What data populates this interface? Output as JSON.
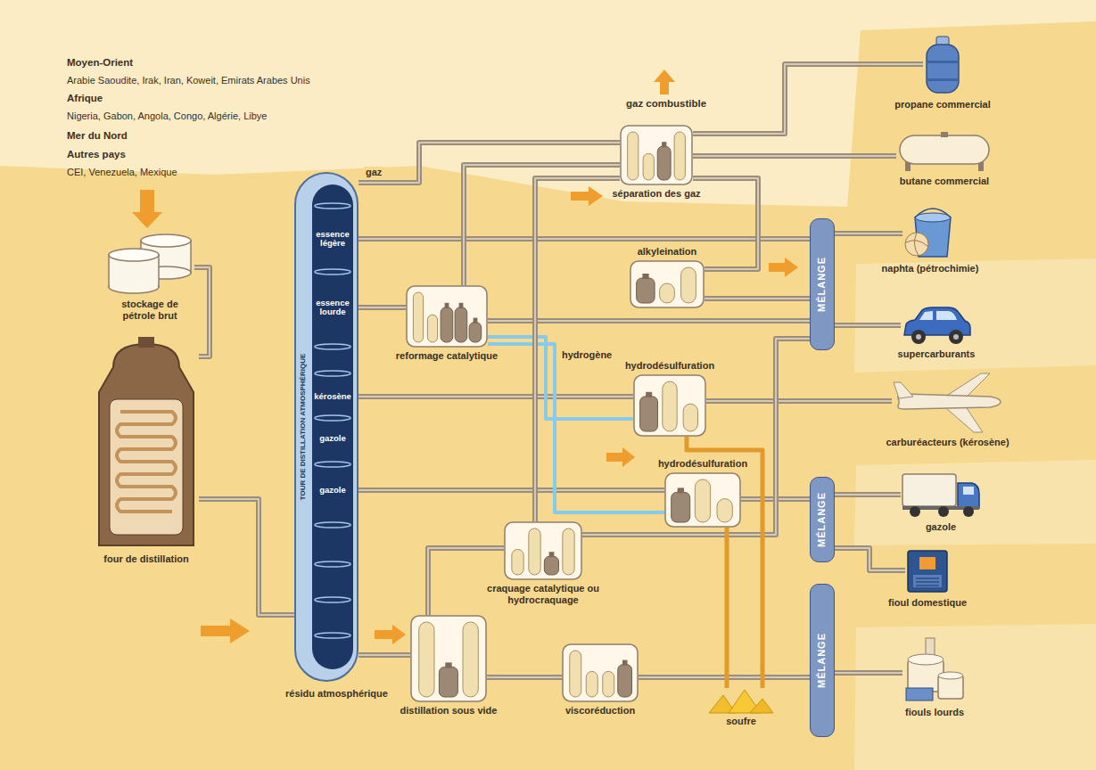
{
  "diagram": {
    "nodes": [
      {
        "text": [
          "stockage de pétrole brut"
        ]
      },
      {
        "text": [
          "four de distillation"
        ]
      },
      {
        "text": [
          "TOUR DE DISTILLATION ATMOSPHÉRIQUE",
          "essence légère",
          "essence lourde",
          "kérosène",
          "gazole",
          "gazole"
        ]
      },
      {
        "text": [
          "séparation des gaz"
        ]
      },
      {
        "text": [
          "alkyleination"
        ]
      },
      {
        "text": [
          "reformage catalytique"
        ]
      },
      {
        "text": [
          "hydrodésulfuration"
        ]
      },
      {
        "text": [
          "hydrodésulfuration"
        ]
      },
      {
        "text": [
          "craquage catalytique ou hydrocraquage"
        ]
      },
      {
        "text": [
          "distillation sous vide"
        ]
      },
      {
        "text": [
          "viscoréduction"
        ]
      },
      {
        "text": [
          "MÉLANGE"
        ]
      },
      {
        "text": [
          "MÉLANGE"
        ]
      },
      {
        "text": [
          "MÉLANGE"
        ]
      },
      {
        "text": [
          "soufre"
        ]
      },
      {
        "text": [
          "propane commercial"
        ]
      },
      {
        "text": [
          "butane commercial"
        ]
      },
      {
        "text": [
          "naphta (pétrochimie)"
        ]
      },
      {
        "text": [
          "supercarburants"
        ]
      },
      {
        "text": [
          "carburéacteurs (kérosène)"
        ]
      },
      {
        "text": [
          "gazole"
        ]
      },
      {
        "text": [
          "fioul domestique"
        ]
      },
      {
        "text": [
          "fiouls lourds"
        ]
      }
    ],
    "edges": [
      {
        "from": 0,
        "to": 1,
        "arrow": "none"
      },
      {
        "from": 1,
        "to": 2,
        "arrow": "none"
      },
      {
        "from": 2,
        "to": 3,
        "label": "gaz",
        "arrow": "none"
      },
      {
        "from": 2,
        "to": 11,
        "arrow": "none"
      },
      {
        "from": 2,
        "to": 5,
        "arrow": "none"
      },
      {
        "from": 2,
        "to": 6,
        "arrow": "none"
      },
      {
        "from": 2,
        "to": 7,
        "arrow": "none"
      },
      {
        "from": 2,
        "to": 9,
        "label": "résidu atmosphérique",
        "arrow": "none"
      },
      {
        "from": 5,
        "to": 3,
        "arrow": "none"
      },
      {
        "from": 5,
        "to": 11,
        "arrow": "none"
      },
      {
        "from": 5,
        "to": 6,
        "label": "hydrogène",
        "arrow": "none"
      },
      {
        "from": 5,
        "to": 7,
        "arrow": "none"
      },
      {
        "from": 3,
        "to": 15,
        "arrow": "none"
      },
      {
        "from": 3,
        "to": 16,
        "arrow": "none"
      },
      {
        "from": 3,
        "to": 4,
        "arrow": "none"
      },
      {
        "from": 4,
        "to": 11,
        "arrow": "none"
      },
      {
        "from": 6,
        "to": 19,
        "arrow": "none"
      },
      {
        "from": 7,
        "to": 12,
        "arrow": "none"
      },
      {
        "from": 9,
        "to": 8,
        "arrow": "none"
      },
      {
        "from": 9,
        "to": 10,
        "arrow": "none"
      },
      {
        "from": 8,
        "to": 3,
        "arrow": "none"
      },
      {
        "from": 8,
        "to": 11,
        "arrow": "none"
      },
      {
        "from": 10,
        "to": 13,
        "arrow": "none"
      },
      {
        "from": 11,
        "to": 17,
        "arrow": "none"
      },
      {
        "from": 11,
        "to": 18,
        "arrow": "none"
      },
      {
        "from": 12,
        "to": 20,
        "arrow": "none"
      },
      {
        "from": 12,
        "to": 21,
        "arrow": "none"
      },
      {
        "from": 13,
        "to": 22,
        "arrow": "none"
      },
      {
        "from": 6,
        "to": 14,
        "arrow": "none"
      },
      {
        "from": 7,
        "to": 14,
        "arrow": "none"
      }
    ],
    "labels": [
      "Moyen-Orient",
      "Arabie Saoudite, Irak, Iran, Koweit, Emirats Arabes Unis",
      "Afrique",
      "Nigeria, Gabon, Angola, Congo, Algérie, Libye",
      "Mer du Nord",
      "Autres pays",
      "CEI, Venezuela, Mexique",
      "gaz combustible"
    ]
  }
}
